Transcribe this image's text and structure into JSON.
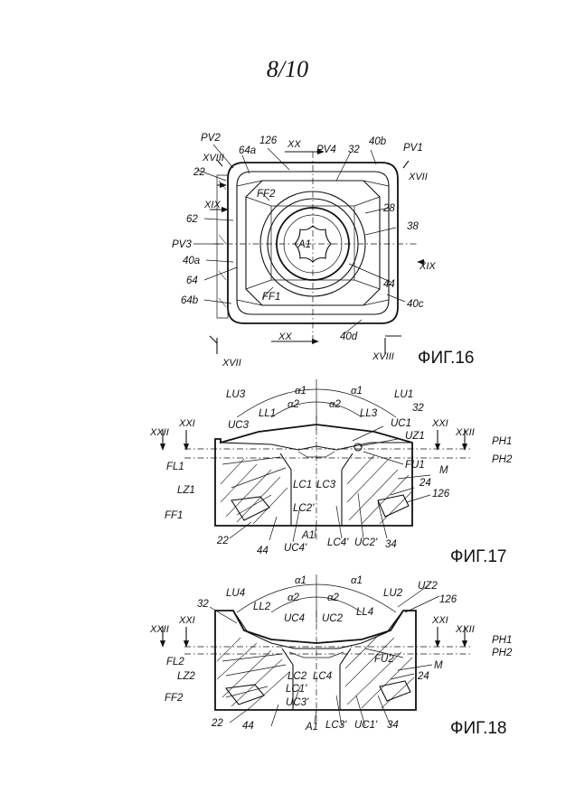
{
  "page": {
    "number": "8/10"
  },
  "fig16": {
    "caption": "ФИГ.16",
    "labels": [
      "PV2",
      "126",
      "XX",
      "PV4",
      "32",
      "40b",
      "PV1",
      "XVIII",
      "64a",
      "XVII",
      "22",
      "FF2",
      "28",
      "XIX",
      "38",
      "62",
      "A1",
      "PV3",
      "40a",
      "XIX",
      "64",
      "44",
      "64b",
      "FF1",
      "40c",
      "XX",
      "40d",
      "XVII",
      "XVIII"
    ]
  },
  "fig17": {
    "caption": "ФИГ.17",
    "labels": [
      "α1",
      "α1",
      "LU3",
      "α2",
      "α2",
      "LU1",
      "LL1",
      "LL3",
      "32",
      "UC3",
      "UC1",
      "XXII",
      "XXI",
      "XXI",
      "XXII",
      "UZ1",
      "PH1",
      "FL1",
      "PH2",
      "FU1",
      "LC1",
      "LC3",
      "M",
      "LZ1",
      "24",
      "126",
      "LC2'",
      "FF1",
      "A1",
      "LC4'",
      "UC2'",
      "34",
      "22",
      "44",
      "UC4'"
    ]
  },
  "fig18": {
    "caption": "ФИГ.18",
    "labels": [
      "α1",
      "α1",
      "LU4",
      "LU2",
      "UZ2",
      "α2",
      "α2",
      "126",
      "32",
      "LL2",
      "LL4",
      "UC4",
      "UC2",
      "XXII",
      "XXI",
      "XXI",
      "XXII",
      "PH1",
      "FL2",
      "PH2",
      "FU2",
      "LZ2",
      "LC2",
      "LC4",
      "M",
      "LC1'",
      "24",
      "FF2",
      "UC3'",
      "22",
      "44",
      "A1",
      "LC3'",
      "UC1'",
      "34"
    ]
  }
}
